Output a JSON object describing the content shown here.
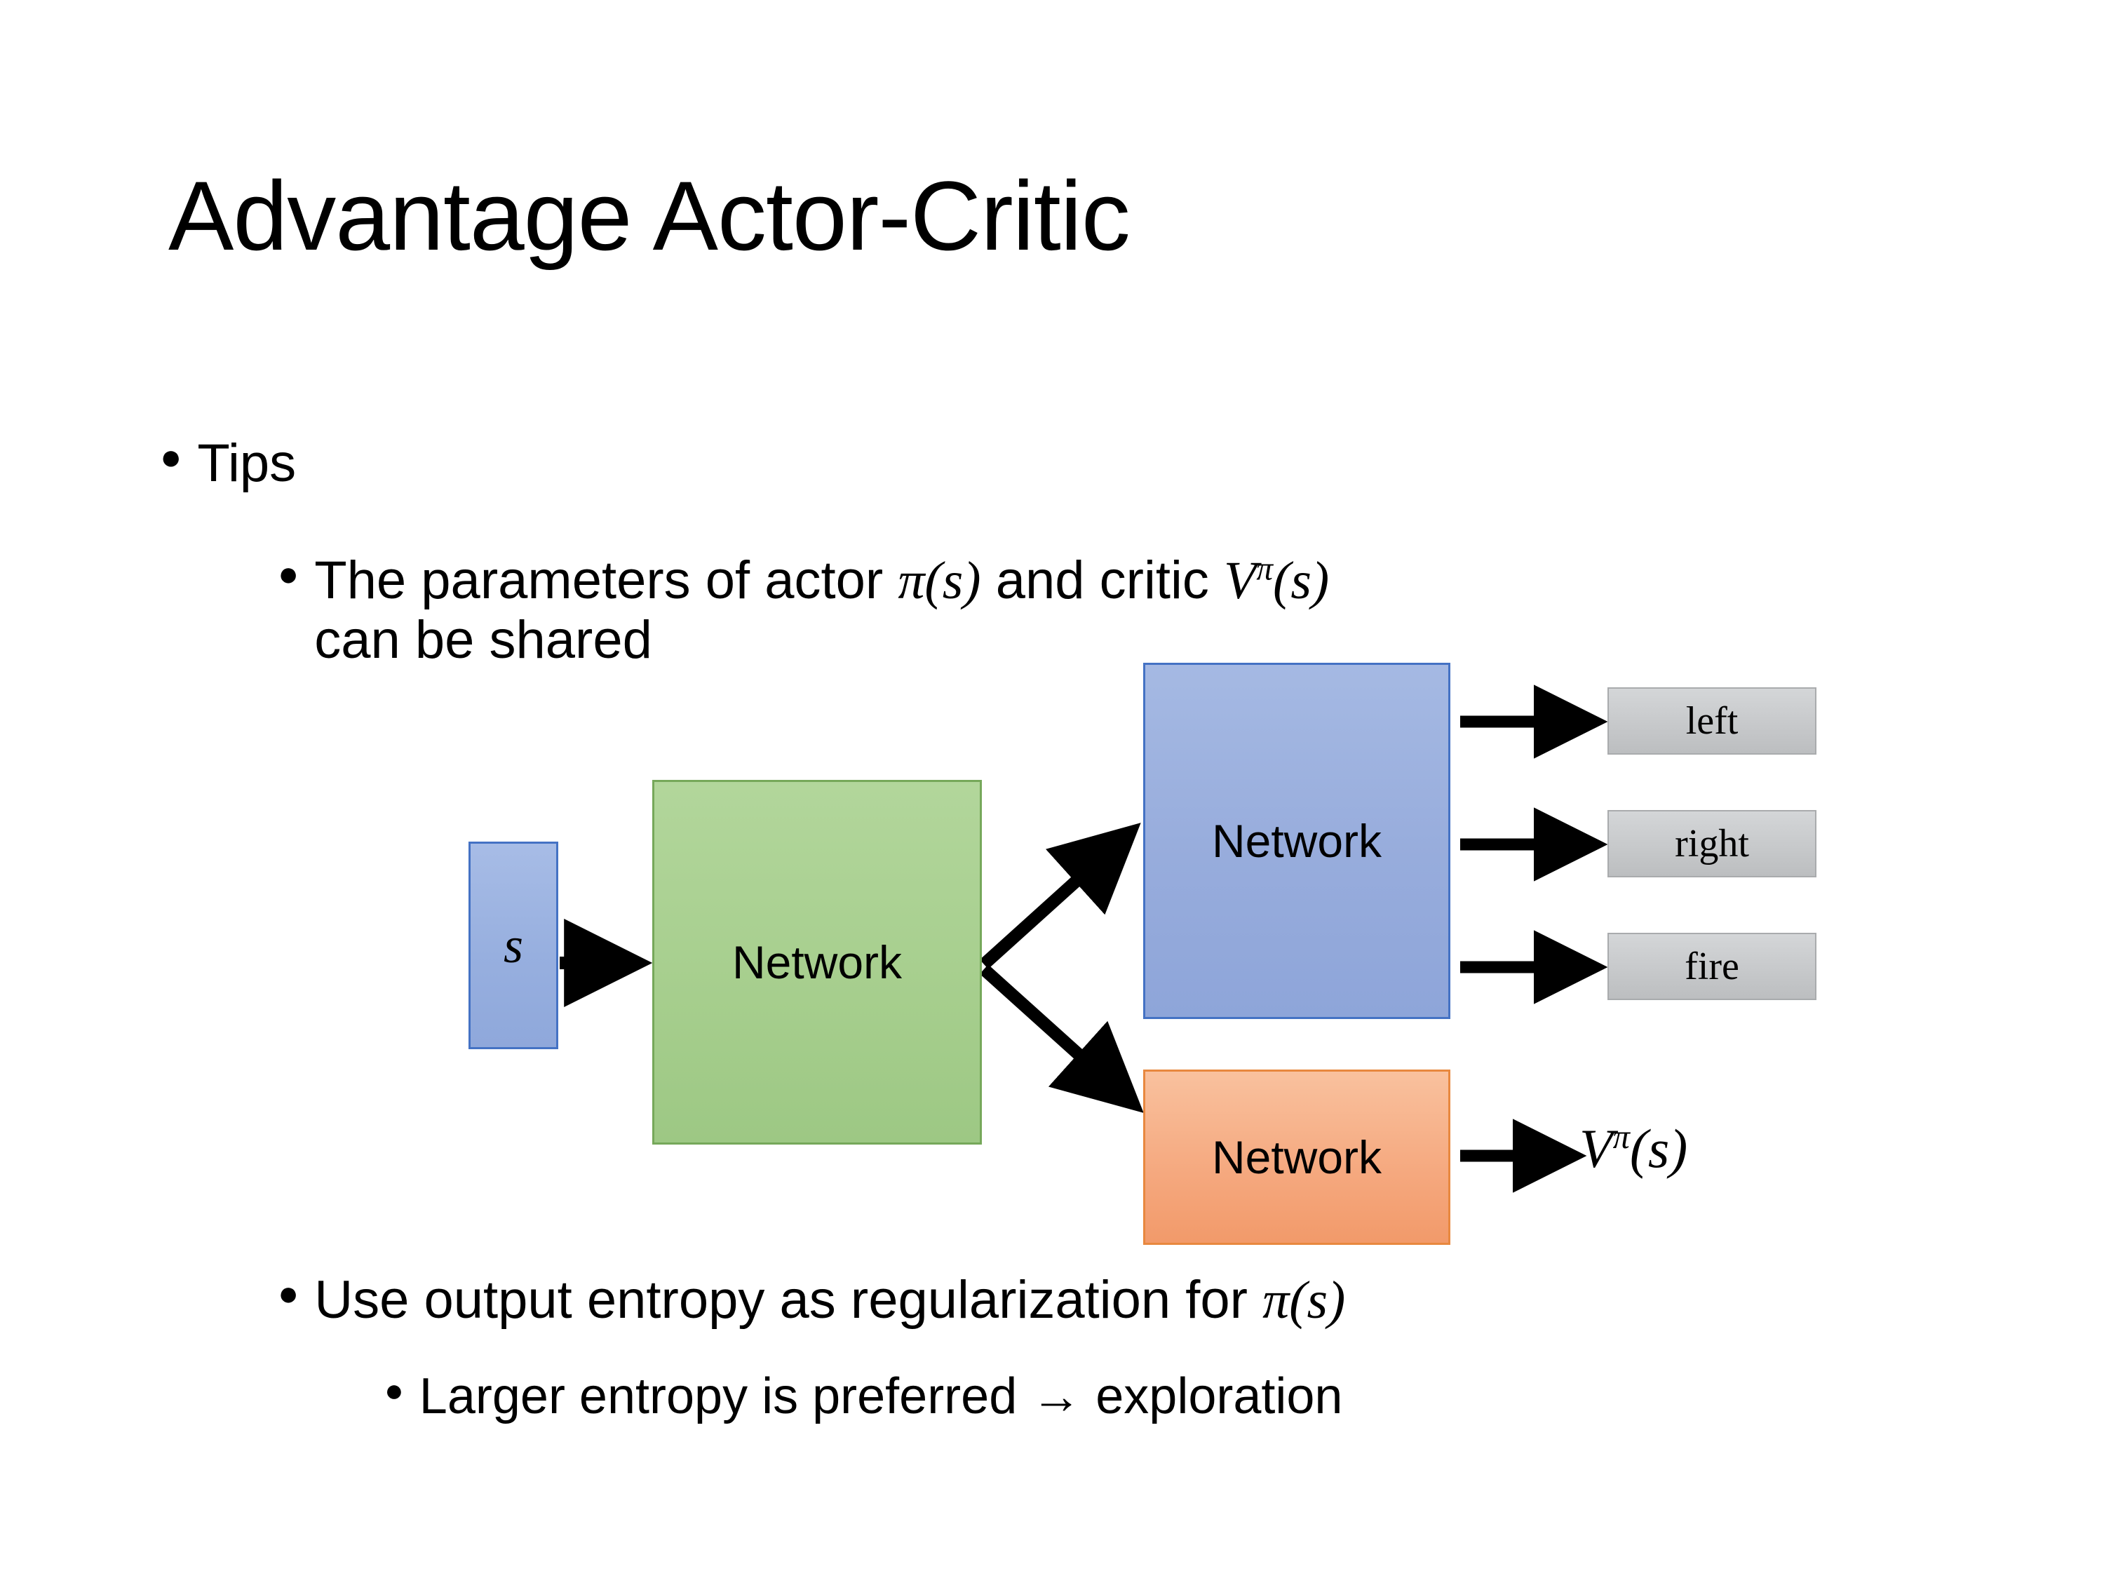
{
  "slide": {
    "title": "Advantage Actor-Critic"
  },
  "bullets": {
    "tips": "Tips",
    "shared_params": {
      "part1": "The parameters of actor ",
      "math_pi": "π(s)",
      "part2": "  and critic ",
      "math_v": "V",
      "math_v_sup": "π",
      "math_v_arg": "(s)",
      "line2": "can be shared"
    },
    "entropy": {
      "text": "Use output entropy as regularization for ",
      "math": "π(s)"
    },
    "exploration": "Larger entropy is preferred → exploration"
  },
  "diagram": {
    "input_label": "s",
    "shared_network": "Network",
    "actor_network": "Network",
    "critic_network": "Network",
    "actions": [
      "left",
      "right",
      "fire"
    ],
    "critic_output": {
      "base": "V",
      "sup": "π",
      "arg": "(s)"
    },
    "colors": {
      "input_fill": "#97afdf",
      "input_border": "#4472c4",
      "shared_fill": "#a6ce8d",
      "shared_border": "#76a85a",
      "actor_fill": "#97acdc",
      "actor_border": "#4472c4",
      "critic_fill": "#f5a87e",
      "critic_border": "#e8883f",
      "action_fill": "#c7c9cb",
      "action_border": "#a9abad",
      "arrow": "#000000",
      "background": "#ffffff",
      "text": "#000000"
    }
  }
}
